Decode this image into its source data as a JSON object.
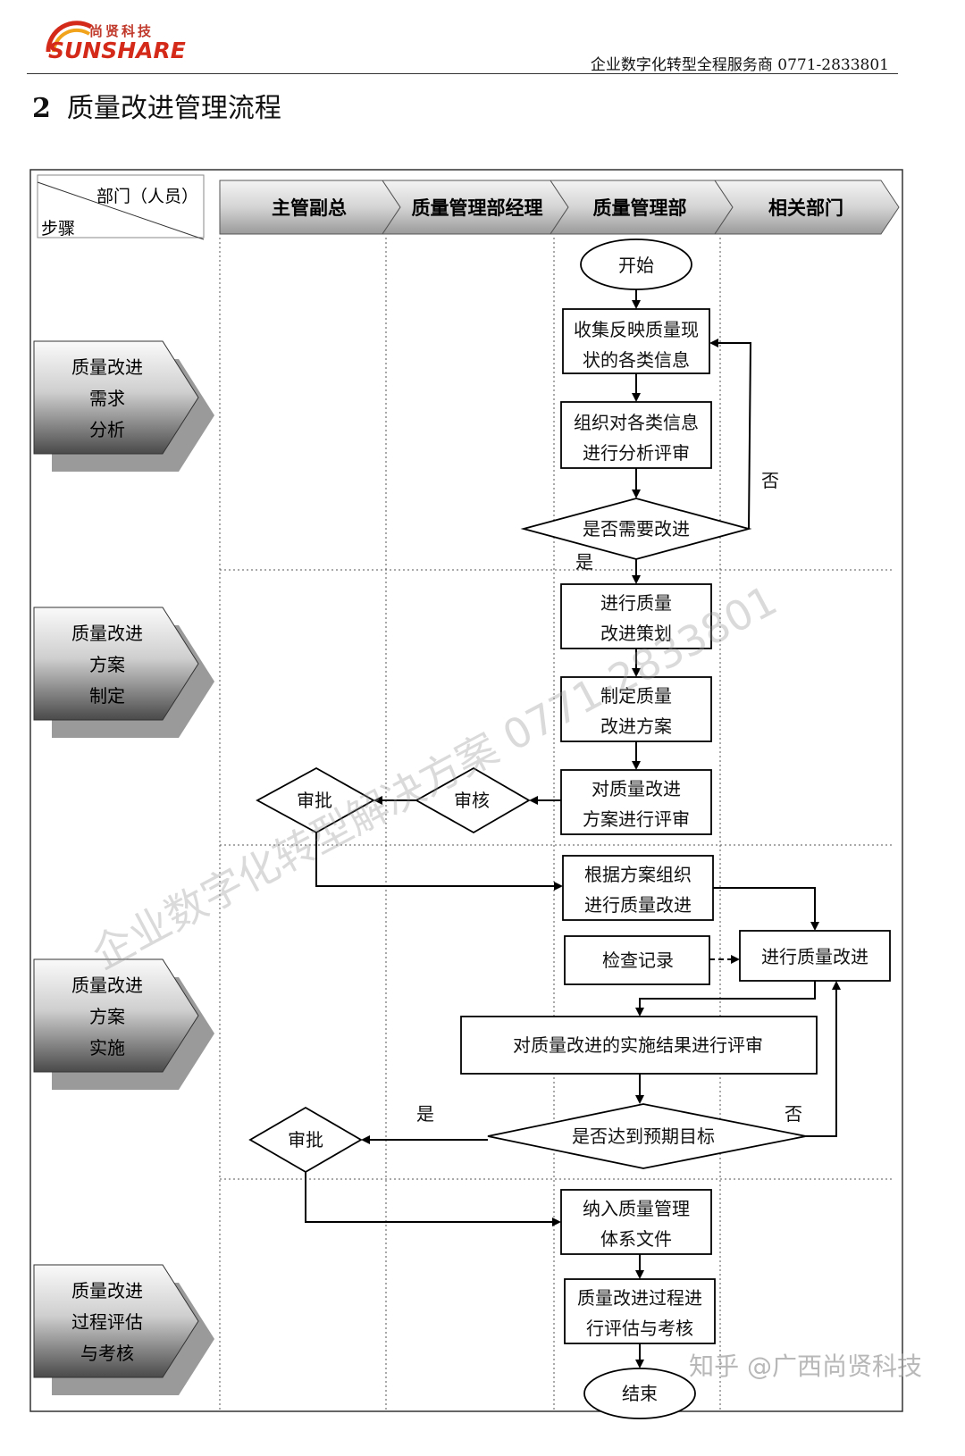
{
  "header": {
    "logo_cn": "尚贤科技",
    "logo_en": "SUNSHARE",
    "tagline": "企业数字化转型全程服务商  0771-2833801"
  },
  "section": {
    "number": "2",
    "title": "质量改进管理流程"
  },
  "table": {
    "corner_top": "部门（人员）",
    "corner_bottom": "步骤",
    "lanes": [
      "主管副总",
      "质量管理部经理",
      "质量管理部",
      "相关部门"
    ]
  },
  "steps": [
    {
      "lines": [
        "质量改进",
        "需求",
        "分析"
      ]
    },
    {
      "lines": [
        "质量改进",
        "方案",
        "制定"
      ]
    },
    {
      "lines": [
        "质量改进",
        "方案",
        "实施"
      ]
    },
    {
      "lines": [
        "质量改进",
        "过程评估",
        "与考核"
      ]
    }
  ],
  "nodes": {
    "start": "开始",
    "collect": [
      "收集反映质量现",
      "状的各类信息"
    ],
    "analyze": [
      "组织对各类信息",
      "进行分析评审"
    ],
    "need_improve": "是否需要改进",
    "plan": [
      "进行质量",
      "改进策划"
    ],
    "make_plan": [
      "制定质量",
      "改进方案"
    ],
    "review_plan": [
      "对质量改进",
      "方案进行评审"
    ],
    "audit": "审核",
    "approve1": "审批",
    "organize": [
      "根据方案组织",
      "进行质量改进"
    ],
    "check_record": "检查记录",
    "do_improve": "进行质量改进",
    "review_result": "对质量改进的实施结果进行评审",
    "reach_goal": "是否达到预期目标",
    "approve2": "审批",
    "include_docs": [
      "纳入质量管理",
      "体系文件"
    ],
    "evaluate": [
      "质量改进过程进",
      "行评估与考核"
    ],
    "end": "结束"
  },
  "labels": {
    "no1": "否",
    "yes1": "是",
    "yes2": "是",
    "no2": "否"
  },
  "watermark": "企业数字化转型解决方案 0771-2833801",
  "footer_watermark": "知乎 @广西尚贤科技"
}
